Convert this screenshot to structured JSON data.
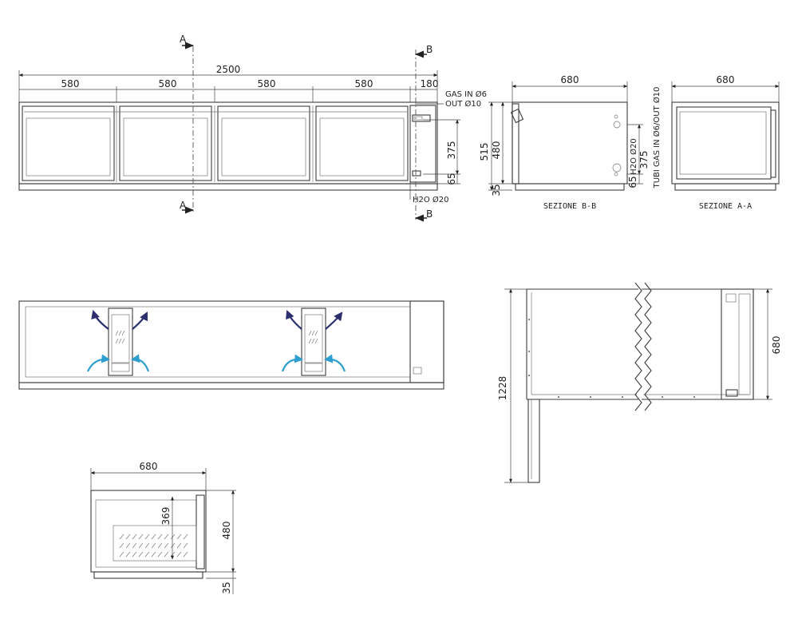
{
  "front_view": {
    "total_width": "2500",
    "module_widths": [
      "580",
      "580",
      "580",
      "580",
      "180"
    ],
    "height_375": "375",
    "height_65": "65",
    "gas_line1": "GAS IN Ø6",
    "gas_line2": "OUT Ø10",
    "h2o_label": "H2O Ø20",
    "section_a": "A",
    "section_b": "B"
  },
  "section_bb": {
    "caption": "SEZIONE B-B",
    "width": "680",
    "height_515": "515",
    "height_480": "480",
    "height_35": "35",
    "height_375": "375",
    "height_65": "65",
    "h2o_label": "H2O Ø20",
    "tubes_label": "TUBI GAS IN Ø6/OUT Ø10"
  },
  "section_aa": {
    "caption": "SEZIONE A-A",
    "width": "680"
  },
  "plan_view": {
    "depth_1228": "1228",
    "depth_680": "680"
  },
  "side_view": {
    "width": "680",
    "height_369": "369",
    "height_480": "480",
    "height_35": "35"
  },
  "colors": {
    "airflow_out": "#2b2f6e",
    "airflow_in": "#2f9fd0",
    "line": "#3c3c3c"
  }
}
